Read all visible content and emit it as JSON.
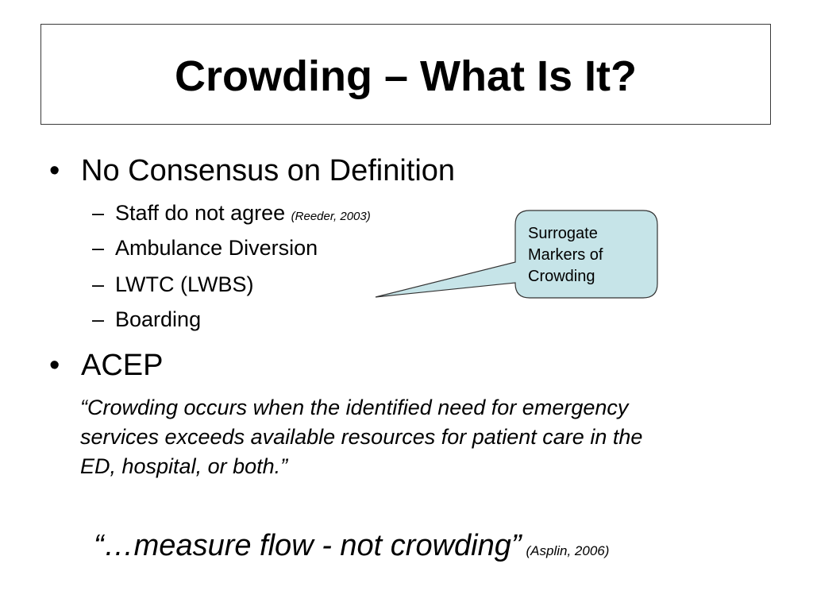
{
  "slide": {
    "title": "Crowding – What Is It?",
    "bullets": [
      {
        "marker": "•",
        "text": "No Consensus on Definition",
        "sub": [
          {
            "marker": "–",
            "text": "Staff do not agree ",
            "cite": "(Reeder, 2003)"
          },
          {
            "marker": "–",
            "text": "Ambulance Diversion"
          },
          {
            "marker": "–",
            "text": "LWTC (LWBS)"
          },
          {
            "marker": "–",
            "text": "Boarding"
          }
        ]
      },
      {
        "marker": "•",
        "text": "ACEP"
      }
    ],
    "acep_quote": {
      "line1": "“Crowding occurs when the identified need for emergency",
      "line2": "services exceeds available resources for patient care in the",
      "line3": "ED, hospital, or both.”"
    },
    "flow_quote": {
      "text": "“…measure flow - not crowding”",
      "cite": "(Asplin, 2006)"
    },
    "callout": {
      "line1": "Surrogate",
      "line2": "Markers of",
      "line3": "Crowding",
      "fill_color": "#c6e4e8",
      "stroke_color": "#333333"
    }
  }
}
